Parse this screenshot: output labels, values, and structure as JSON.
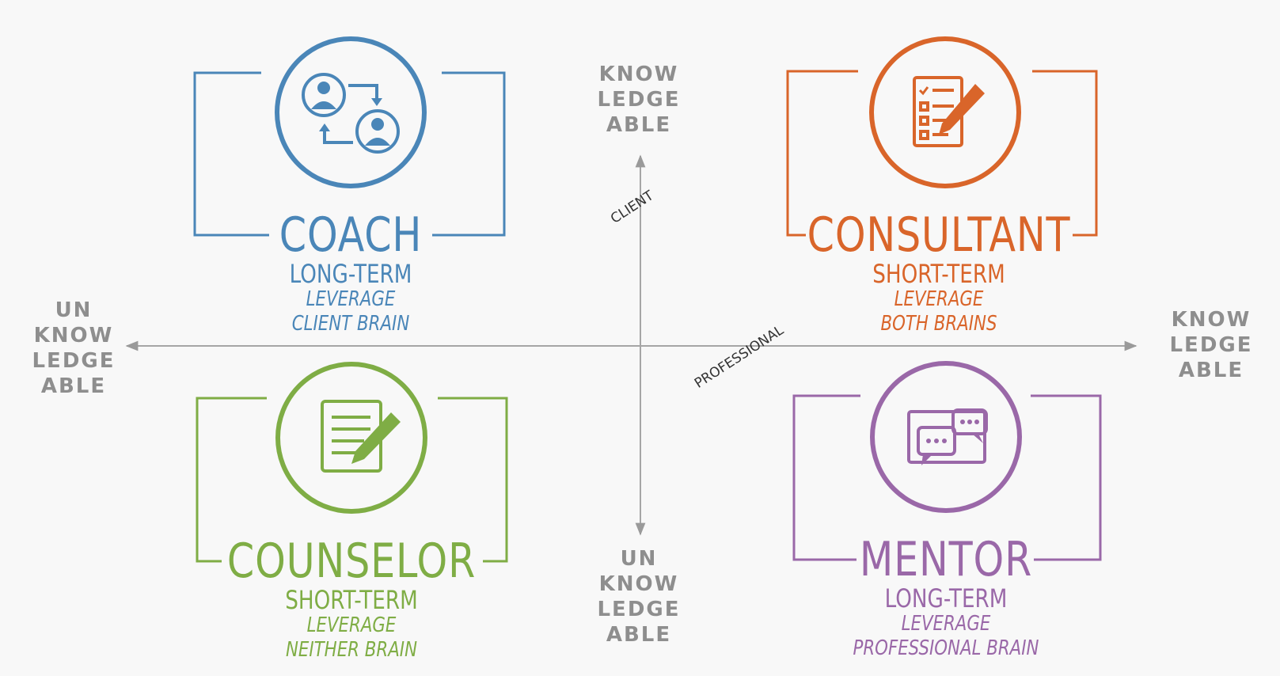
{
  "axes": {
    "top": [
      "KNOW",
      "LEDGE",
      "ABLE"
    ],
    "bottom": [
      "UN",
      "KNOW",
      "LEDGE",
      "ABLE"
    ],
    "left": [
      "UN",
      "KNOW",
      "LEDGE",
      "ABLE"
    ],
    "right": [
      "KNOW",
      "LEDGE",
      "ABLE"
    ],
    "client_label": "CLIENT",
    "professional_label": "PROFESSIONAL"
  },
  "quadrants": {
    "coach": {
      "name": "COACH",
      "term": "LONG-TERM",
      "leverage": "LEVERAGE",
      "brain": "CLIENT BRAIN",
      "icon": "people-exchange-icon",
      "color": "#4a86b8"
    },
    "consultant": {
      "name": "CONSULTANT",
      "term": "SHORT-TERM",
      "leverage": "LEVERAGE",
      "brain": "BOTH BRAINS",
      "icon": "checklist-pen-icon",
      "color": "#d9652a"
    },
    "counselor": {
      "name": "COUNSELOR",
      "term": "SHORT-TERM",
      "leverage": "LEVERAGE",
      "brain": "NEITHER BRAIN",
      "icon": "document-pen-icon",
      "color": "#7fad45"
    },
    "mentor": {
      "name": "MENTOR",
      "term": "LONG-TERM",
      "leverage": "LEVERAGE",
      "brain": "PROFESSIONAL BRAIN",
      "icon": "chat-bubbles-icon",
      "color": "#9a68a8"
    }
  }
}
